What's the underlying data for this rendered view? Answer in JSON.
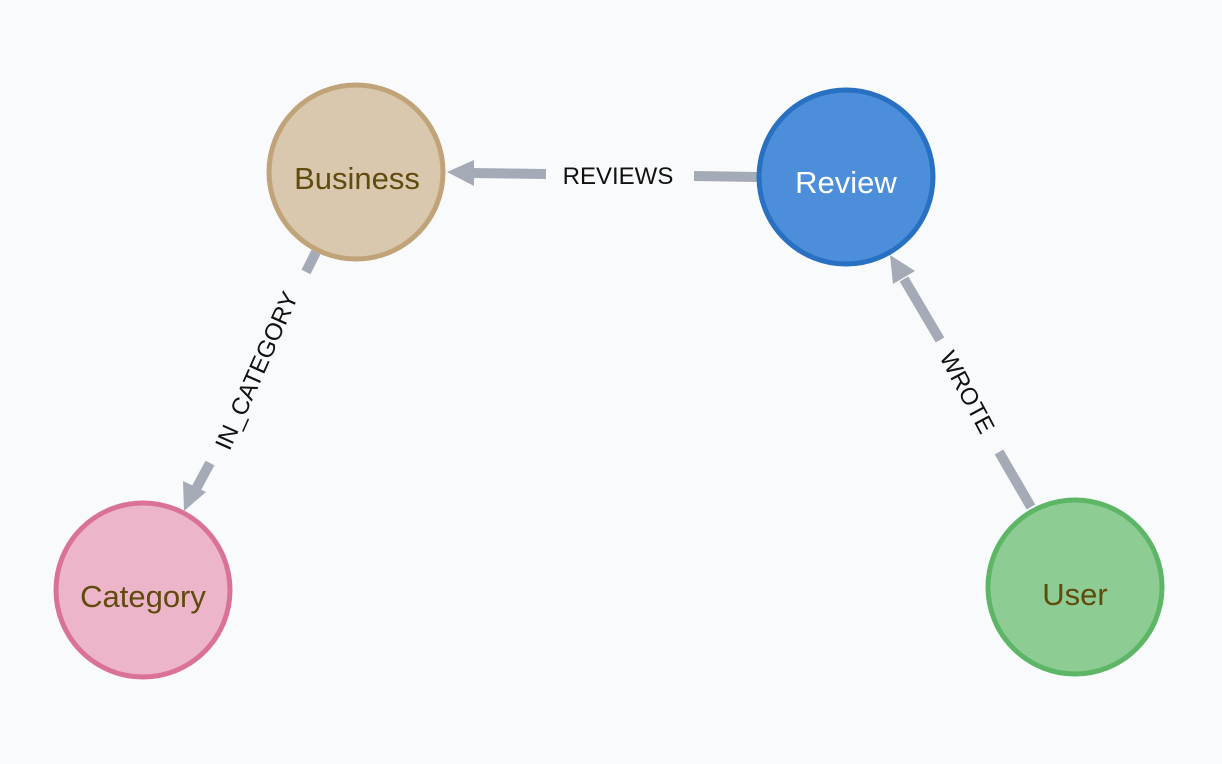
{
  "graph": {
    "nodes": {
      "business": {
        "label": "Business",
        "fill": "#d9c8ae",
        "stroke": "#c0a378",
        "text_color": "#604a0e"
      },
      "review": {
        "label": "Review",
        "fill": "#4c8eda",
        "stroke": "#2870c2",
        "text_color": "#ffffff"
      },
      "category": {
        "label": "Category",
        "fill": "#ecb5c9",
        "stroke": "#da7298",
        "text_color": "#604a0e"
      },
      "user": {
        "label": "User",
        "fill": "#8dcc93",
        "stroke": "#5db665",
        "text_color": "#604a0e"
      }
    },
    "edges": {
      "reviews": {
        "label": "REVIEWS",
        "from": "Review",
        "to": "Business"
      },
      "in_category": {
        "label": "IN_CATEGORY",
        "from": "Business",
        "to": "Category"
      },
      "wrote": {
        "label": "WROTE",
        "from": "User",
        "to": "Review"
      }
    },
    "edge_color": "#a5abb6"
  }
}
